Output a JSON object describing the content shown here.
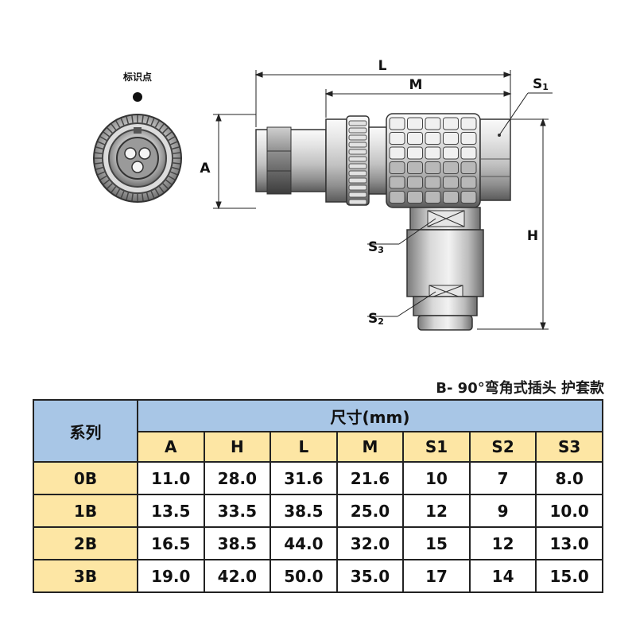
{
  "drawing": {
    "mark_label": "标识点",
    "dims": {
      "L": "L",
      "M": "M",
      "A": "A",
      "H": "H"
    },
    "s1_main": "S",
    "s1_sub": "1",
    "s2_main": "S",
    "s2_sub": "2",
    "s3_main": "S",
    "s3_sub": "3"
  },
  "caption": "B- 90°弯角式插头 护套款",
  "table": {
    "series_header": "系列",
    "size_header": "尺寸(mm)",
    "columns": [
      "A",
      "H",
      "L",
      "M",
      "S1",
      "S2",
      "S3"
    ],
    "rows": [
      {
        "series": "0B",
        "values": [
          "11.0",
          "28.0",
          "31.6",
          "21.6",
          "10",
          "7",
          "8.0"
        ]
      },
      {
        "series": "1B",
        "values": [
          "13.5",
          "33.5",
          "38.5",
          "25.0",
          "12",
          "9",
          "10.0"
        ]
      },
      {
        "series": "2B",
        "values": [
          "16.5",
          "38.5",
          "44.0",
          "32.0",
          "15",
          "12",
          "13.0"
        ]
      },
      {
        "series": "3B",
        "values": [
          "19.0",
          "42.0",
          "50.0",
          "35.0",
          "17",
          "14",
          "15.0"
        ]
      }
    ]
  }
}
